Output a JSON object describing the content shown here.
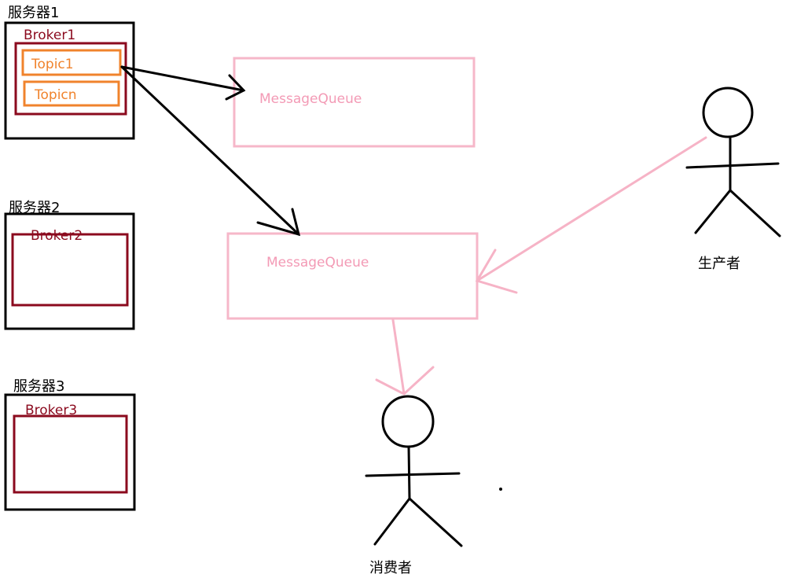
{
  "colors": {
    "server_border": "#000000",
    "broker_border": "#8b0a1e",
    "topic_border": "#f0832c",
    "queue_border": "#f6b7c9",
    "queue_text": "#f39ab5",
    "arrow_pink": "#f6b3c6",
    "arrow_black": "#000000"
  },
  "servers": [
    {
      "label": "服务器1",
      "broker": "Broker1",
      "topics": [
        "Topic1",
        "Topicn"
      ]
    },
    {
      "label": "服务器2",
      "broker": "Broker2",
      "topics": []
    },
    {
      "label": "服务器3",
      "broker": "Broker3",
      "topics": []
    }
  ],
  "queues": [
    {
      "label": "MessageQueue"
    },
    {
      "label": "MessageQueue"
    }
  ],
  "actors": {
    "producer": {
      "label": "生产者",
      "icon": "stick-figure-icon"
    },
    "consumer": {
      "label": "消费者",
      "icon": "stick-figure-icon"
    }
  }
}
